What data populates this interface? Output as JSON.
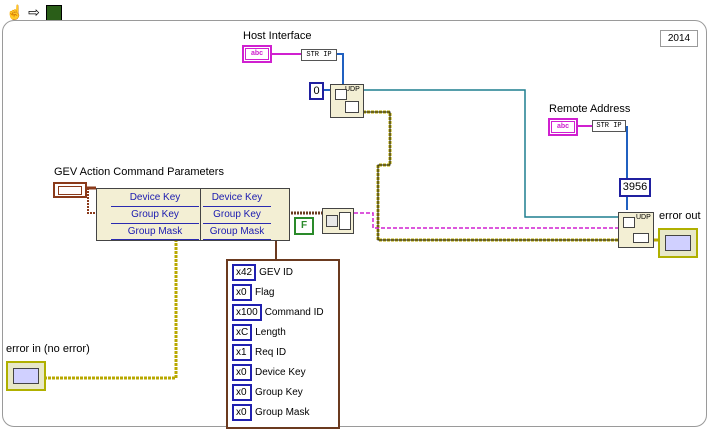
{
  "toolbar": {
    "run_icon": "pointer-hand-icon",
    "step_icon": "arrow-icon",
    "highlight_icon": "labview-icon"
  },
  "year_label": "2014",
  "labels": {
    "host_interface": "Host Interface",
    "remote_address": "Remote Address",
    "gev_params": "GEV Action Command Parameters",
    "error_in": "error in (no error)",
    "error_out": "error out"
  },
  "constants": {
    "string_glyph": "abc",
    "ip_label": "STR IP",
    "port_zero": "0",
    "port_remote": "3956",
    "bool_false": "F",
    "udp_label": "UDP"
  },
  "cluster_fields": [
    "Device Key",
    "Group Key",
    "Group Mask"
  ],
  "bundle_fields": [
    "Device Key",
    "Group Key",
    "Group Mask"
  ],
  "gev_cluster": [
    {
      "value": "x42",
      "name": "GEV ID"
    },
    {
      "value": "x0",
      "name": "Flag"
    },
    {
      "value": "x100",
      "name": "Command ID"
    },
    {
      "value": "xC",
      "name": "Length"
    },
    {
      "value": "x1",
      "name": "Req ID"
    },
    {
      "value": "x0",
      "name": "Device Key"
    },
    {
      "value": "x0",
      "name": "Group Key"
    },
    {
      "value": "x0",
      "name": "Group Mask"
    }
  ]
}
